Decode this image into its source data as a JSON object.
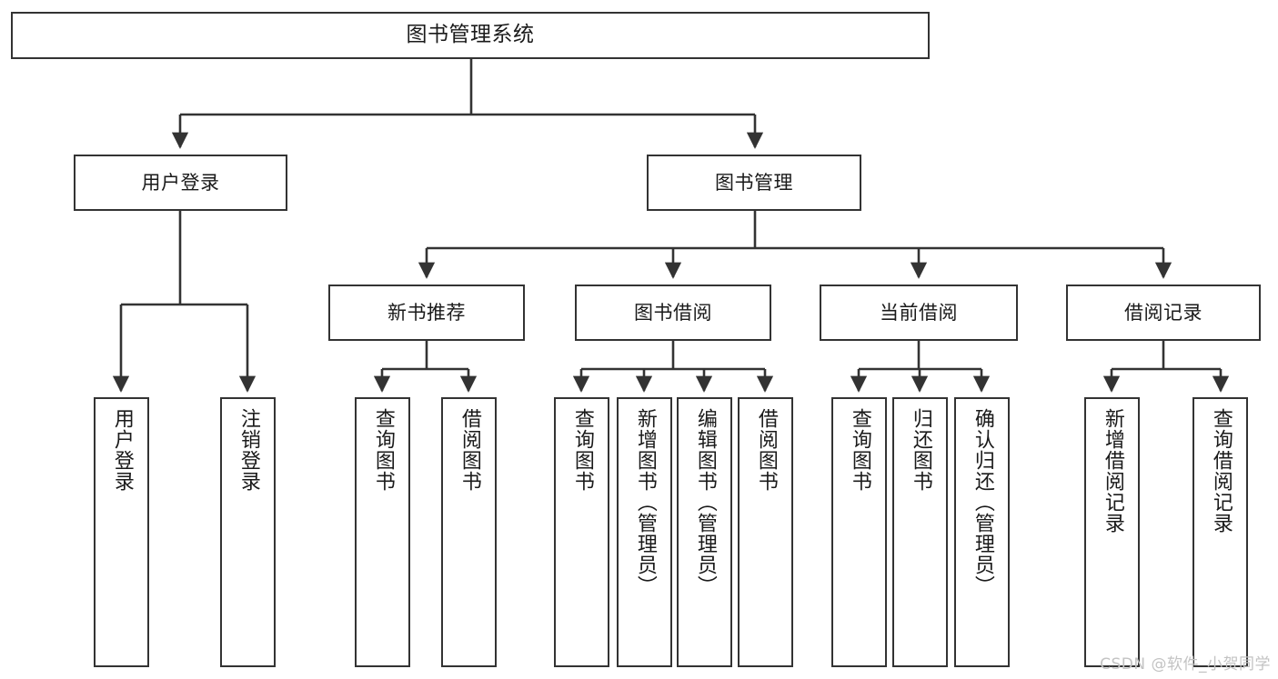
{
  "diagram": {
    "title": "图书管理系统",
    "type": "hierarchy-tree",
    "colors": {
      "box_border": "#333333",
      "box_fill": "#ffffff",
      "connector": "#333333",
      "text": "#1a1a1a",
      "watermark": "#c3c3c3",
      "background": "#ffffff"
    },
    "root": {
      "label": "图书管理系统"
    },
    "level1": [
      {
        "label": "用户登录"
      },
      {
        "label": "图书管理"
      }
    ],
    "level2": [
      {
        "label": "新书推荐"
      },
      {
        "label": "图书借阅"
      },
      {
        "label": "当前借阅"
      },
      {
        "label": "借阅记录"
      }
    ],
    "leaves": {
      "user_login": [
        {
          "label": "用户登录"
        },
        {
          "label": "注销登录"
        }
      ],
      "new_book_recommend": [
        {
          "label": "查询图书"
        },
        {
          "label": "借阅图书"
        }
      ],
      "book_borrow": [
        {
          "label": "查询图书"
        },
        {
          "label": "新增图书（管理员）"
        },
        {
          "label": "编辑图书（管理员）"
        },
        {
          "label": "借阅图书"
        }
      ],
      "current_borrow": [
        {
          "label": "查询图书"
        },
        {
          "label": "归还图书"
        },
        {
          "label": "确认归还（管理员）"
        }
      ],
      "borrow_record": [
        {
          "label": "新增借阅记录"
        },
        {
          "label": "查询借阅记录"
        }
      ]
    }
  },
  "watermark": {
    "text": "CSDN @软件_小贺同学"
  }
}
